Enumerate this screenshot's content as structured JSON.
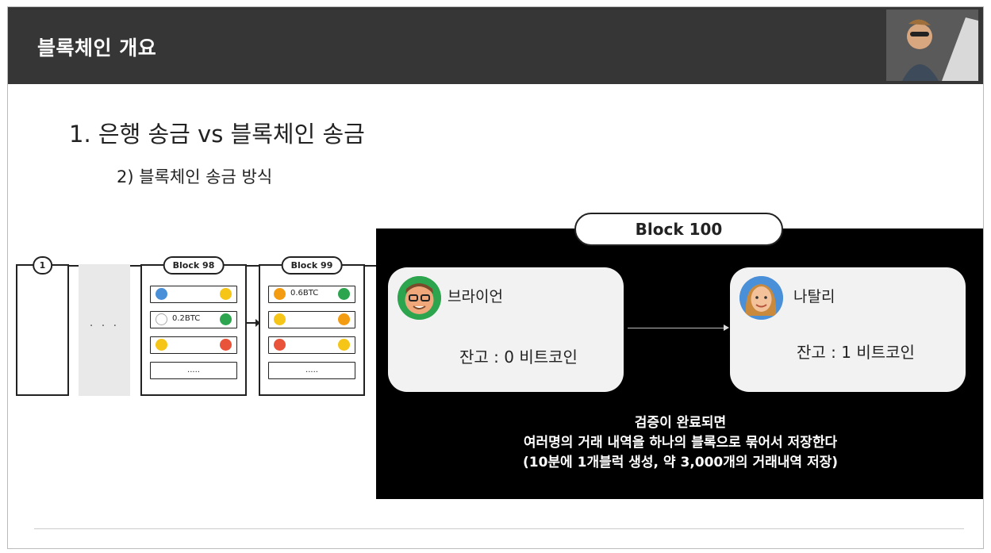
{
  "header": {
    "title": "블록체인 개요"
  },
  "heading": "1. 은행 송금 vs 블록체인 송금",
  "subheading": "2) 블록체인 송금 방식",
  "chain": {
    "first_block_label": "1",
    "ellipsis": "· · ·",
    "block98": {
      "label": "Block 98",
      "rows": [
        {
          "amount": "",
          "left_avatar": "#4a90d9",
          "right_avatar": "#f5c518"
        },
        {
          "amount": "0.2BTC",
          "left_avatar": "#ffffff",
          "right_avatar": "#2da44e"
        },
        {
          "amount": "",
          "left_avatar": "#f5c518",
          "right_avatar": "#e8533a"
        }
      ],
      "more": "....."
    },
    "block99": {
      "label": "Block 99",
      "rows": [
        {
          "amount": "0.6BTC",
          "left_avatar": "#f39c12",
          "right_avatar": "#2da44e"
        },
        {
          "amount": "",
          "left_avatar": "#f5c518",
          "right_avatar": "#f39c12"
        },
        {
          "amount": "",
          "left_avatar": "#e8533a",
          "right_avatar": "#f5c518"
        }
      ],
      "more": "....."
    }
  },
  "block100": {
    "label": "Block 100",
    "sender": {
      "name": "브라이언",
      "balance": "잔고 : 0 비트코인",
      "avatar": "#2da44e"
    },
    "receiver": {
      "name": "나탈리",
      "balance": "잔고 : 1 비트코인",
      "avatar": "#4a90d9"
    },
    "caption": [
      "검증이 완료되면",
      "여러명의 거래 내역을 하나의 블록으로 묶어서 저장한다",
      "(10분에 1개블럭 생성, 약 3,000개의 거래내역 저장)"
    ]
  }
}
